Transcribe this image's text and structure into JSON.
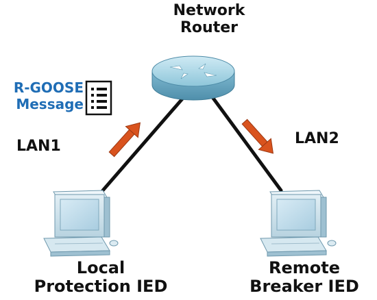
{
  "router": {
    "label_line1": "Network",
    "label_line2": "Router",
    "icon": "router-icon"
  },
  "links": [
    {
      "label": "LAN1"
    },
    {
      "label": "LAN2"
    }
  ],
  "message": {
    "line1": "R-GOOSE",
    "line2": "Message",
    "icon": "document-list-icon",
    "color": "#1f6db5"
  },
  "devices": {
    "local": {
      "line1": "Local",
      "line2": "Protection IED",
      "icon": "computer-icon"
    },
    "remote": {
      "line1": "Remote",
      "line2": "Breaker IED",
      "icon": "computer-icon"
    }
  },
  "colors": {
    "link": "#111111",
    "arrow": "#d9531e",
    "device_body": "#cfe4ef",
    "screen": "#bcd7e6",
    "router": "#8fc3d8"
  }
}
